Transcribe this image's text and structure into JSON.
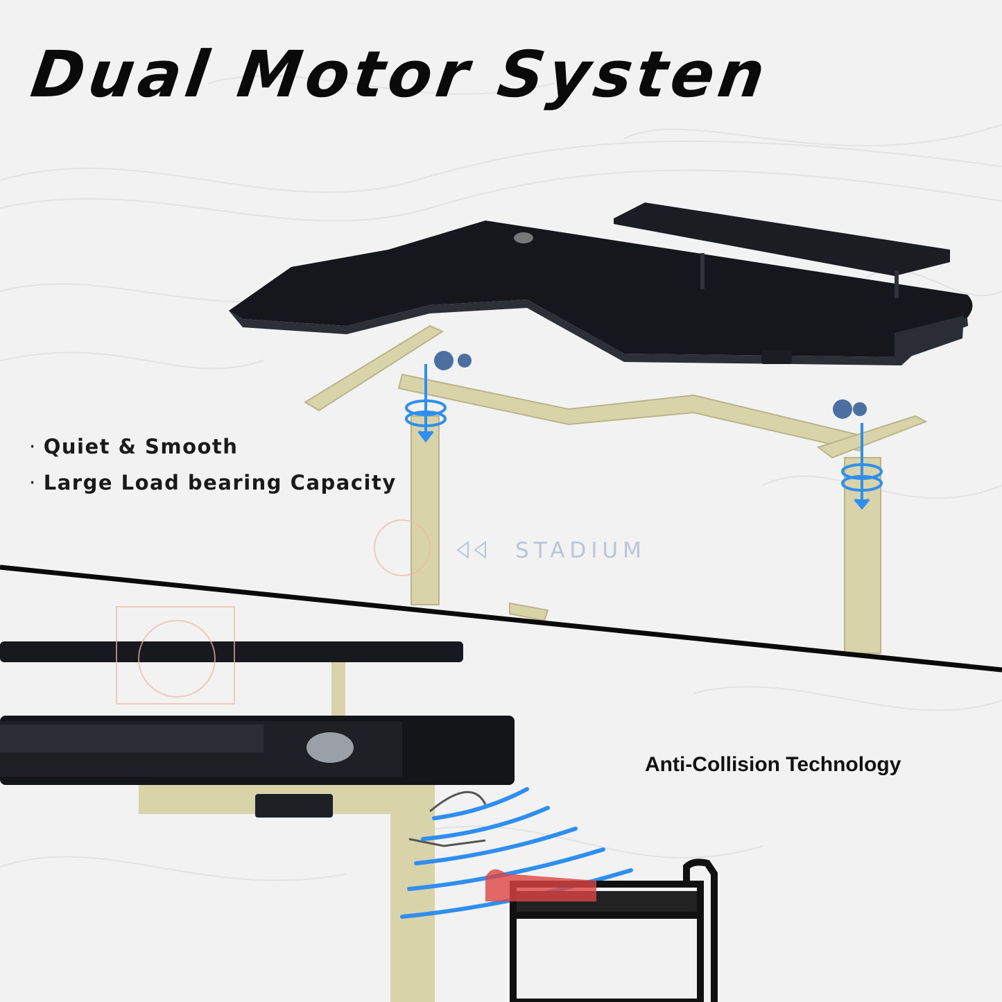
{
  "headline": "Dual Motor Systen",
  "features": [
    "Quiet & Smooth",
    "Large Load bearing Capacity"
  ],
  "secondary_feature": "Anti-Collision Technology",
  "watermark": "STADIUM",
  "colors": {
    "frame": "#d8d3a8",
    "desktop": "#15171c",
    "accent_blue": "#2f8ff0",
    "title": "#0a0a0a"
  }
}
